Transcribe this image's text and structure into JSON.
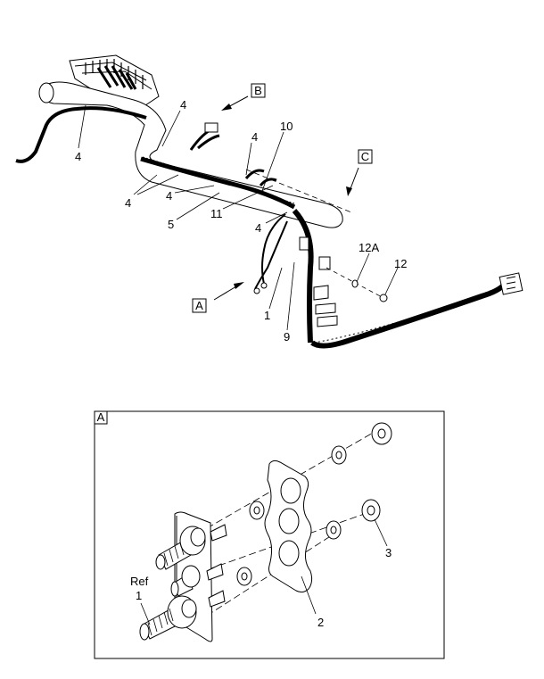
{
  "view_labels": {
    "a": "A",
    "b": "B",
    "c": "C"
  },
  "callouts": {
    "c4a": "4",
    "c4b": "4",
    "c4c": "4",
    "c4d": "4",
    "c4e": "4",
    "c4f": "4",
    "c10": "10",
    "c11": "11",
    "c5": "5",
    "c12a": "12A",
    "c12": "12",
    "c1": "1",
    "c9": "9"
  },
  "detail_a": {
    "frame_label": "A",
    "ref_label": "Ref",
    "c1": "1",
    "c2": "2",
    "c3": "3"
  },
  "colors": {
    "line": "#000000",
    "background": "#ffffff",
    "harness": "#222222"
  }
}
